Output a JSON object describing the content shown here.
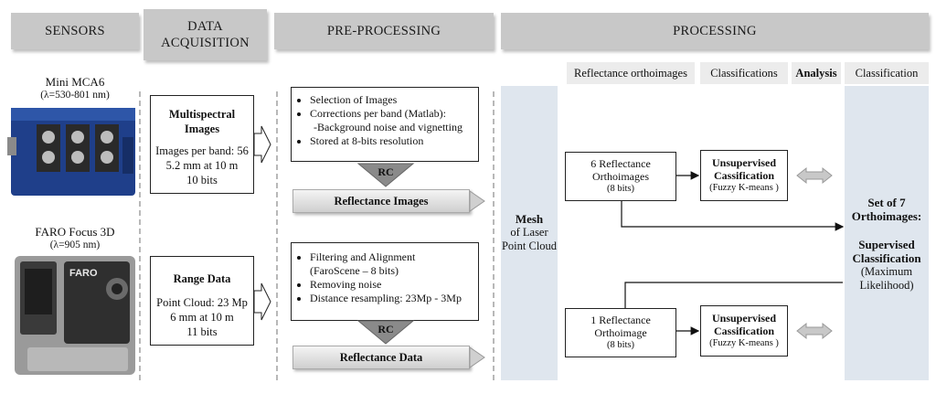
{
  "headers": {
    "sensors": "SENSORS",
    "data_acq_1": "DATA",
    "data_acq_2": "ACQUISITION",
    "preprocessing": "PRE-PROCESSING",
    "processing": "PROCESSING"
  },
  "subheaders": {
    "reflectance_orthoimages": "Reflectance orthoimages",
    "classifications": "Classifications",
    "analysis": "Analysis",
    "classification": "Classification"
  },
  "sensor1": {
    "name": "Mini MCA6",
    "range": "(λ=530-801 nm)"
  },
  "sensor2": {
    "name": "FARO Focus 3D",
    "range": "(λ=905 nm)"
  },
  "multispectral": {
    "title_1": "Multispectral",
    "title_2": "Images",
    "line1": "Images per band: 56",
    "line2": "5.2 mm at 10 m",
    "line3": "10 bits"
  },
  "range_data": {
    "title": "Range Data",
    "line1": "Point Cloud: 23 Mp",
    "line2": "6 mm at 10 m",
    "line3": "11 bits"
  },
  "pre_top": {
    "item1": "Selection of Images",
    "item2": "Corrections per band (Matlab):",
    "item2_sub": "-Background noise and vignetting",
    "item3": "Stored at 8-bits resolution"
  },
  "pre_bottom": {
    "item1a": "Filtering and Alignment",
    "item1b": "(FaroScene – 8 bits)",
    "item2": "Removing noise",
    "item3": "Distance resampling: 23Mp - 3Mp"
  },
  "rc_label": "RC",
  "reflectance_images": "Reflectance Images",
  "reflectance_data": "Reflectance Data",
  "mesh": {
    "title": "Mesh",
    "line1": "of Laser",
    "line2": "Point Cloud"
  },
  "ortho_top": {
    "line1": "6 Reflectance",
    "line2": "Orthoimages",
    "bits": "(8 bits)"
  },
  "ortho_bottom": {
    "line1": "1 Reflectance",
    "line2": "Orthoimage",
    "bits": "(8 bits)"
  },
  "unsup": {
    "line1": "Unsupervised",
    "line2": "Cassification",
    "line3": "(Fuzzy K-means )"
  },
  "final": {
    "line1": "Set of 7",
    "line2": "Orthoimages:",
    "line3": "Supervised",
    "line4": "Classification",
    "line5": "(Maximum",
    "line6": "Likelihood)"
  },
  "camera_logo": "FARO",
  "colors": {
    "header_gray": "#c8c8c8",
    "panel_blue": "#dfe6ee",
    "camera_blue": "#1f3f8a"
  }
}
